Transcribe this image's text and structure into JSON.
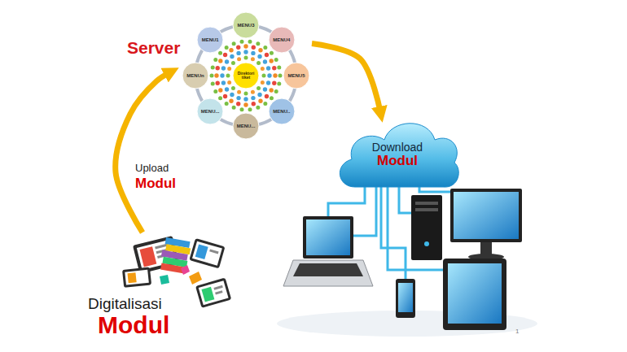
{
  "diagram": {
    "nodes": [
      {
        "text": [
          "Server"
        ]
      },
      {
        "text": [
          "MENU3"
        ],
        "in": 0
      },
      {
        "text": [
          "MENU1"
        ],
        "in": 0
      },
      {
        "text": [
          "MENU4"
        ],
        "in": 0
      },
      {
        "text": [
          "MENUn"
        ],
        "in": 0
      },
      {
        "text": [
          "Direktori tiket"
        ],
        "in": 0
      },
      {
        "text": [
          "MENU5"
        ],
        "in": 0
      },
      {
        "text": [
          "MENU..."
        ],
        "in": 0
      },
      {
        "text": [
          "MENU.."
        ],
        "in": 0
      },
      {
        "text": [
          "MENU..."
        ],
        "in": 0
      },
      {
        "text": [
          "Download",
          "Modul"
        ]
      },
      {
        "text": [
          "Digitalisasi",
          "Modul"
        ]
      }
    ],
    "edges": [
      {
        "from": 11,
        "to": 0,
        "arrow": "to"
      },
      {
        "from": 0,
        "to": 10,
        "arrow": "to"
      }
    ],
    "labels": [
      "Upload",
      "Modul",
      "1"
    ]
  }
}
